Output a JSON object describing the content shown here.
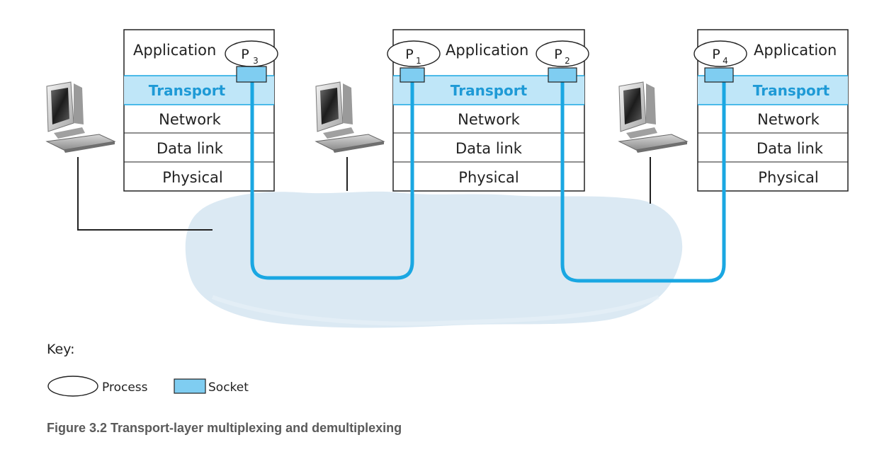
{
  "layers": {
    "application": "Application",
    "transport": "Transport",
    "network": "Network",
    "data_link": "Data link",
    "physical": "Physical"
  },
  "processes": {
    "p3": {
      "letter": "P",
      "sub": "3"
    },
    "p1": {
      "letter": "P",
      "sub": "1"
    },
    "p2": {
      "letter": "P",
      "sub": "2"
    },
    "p4": {
      "letter": "P",
      "sub": "4"
    }
  },
  "key": {
    "title": "Key:",
    "process": "Process",
    "socket": "Socket"
  },
  "caption": "Figure 3.2 Transport-layer multiplexing and demultiplexing",
  "colors": {
    "socket_fill": "#7fcdf1",
    "transport_fill": "#bfe6f8",
    "path": "#1aa7e2",
    "cloud": "#dbe9f3",
    "caption": "#5a5a5a"
  }
}
